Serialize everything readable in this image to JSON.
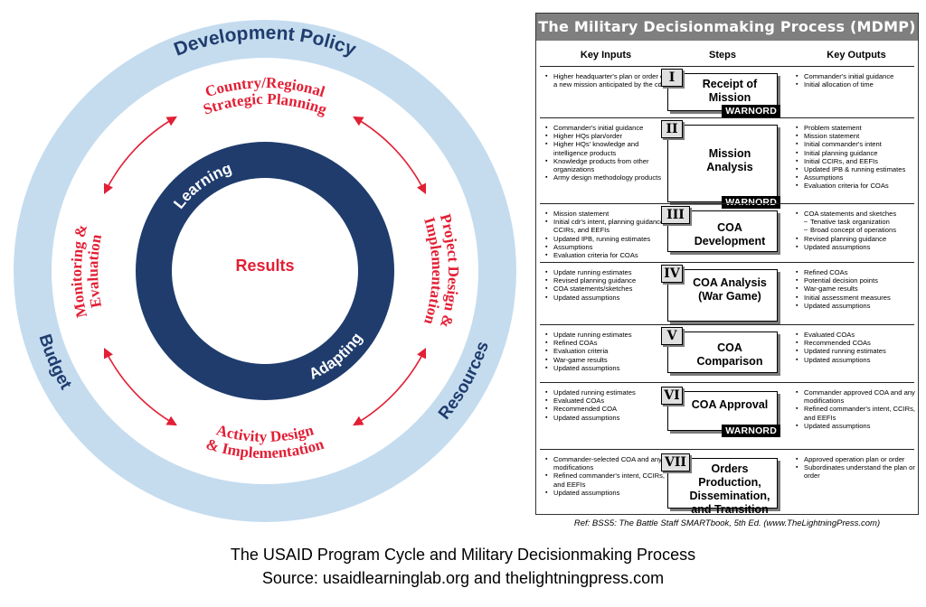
{
  "cycle": {
    "outer_ring": {
      "top": "Development Policy",
      "left": "Budget",
      "right": "Resources"
    },
    "middle_ring": {
      "top_line1": "Country/Regional",
      "top_line2": "Strategic Planning",
      "right_line1": "Project Design &",
      "right_line2": "Implementation",
      "bottom_line1": "Activity Design",
      "bottom_line2": "& Implementation",
      "left_line1": "Monitoring &",
      "left_line2": "Evaluation"
    },
    "inner_ring": {
      "learning": "Learning",
      "adapting": "Adapting"
    },
    "center": "Results",
    "colors": {
      "outer_ring": "#c5dcef",
      "navy": "#1f3c6d",
      "red": "#e21f35"
    }
  },
  "mdmp": {
    "title": "The Military Decisionmaking Process (MDMP)",
    "headers": {
      "inputs": "Key Inputs",
      "steps": "Steps",
      "outputs": "Key Outputs"
    },
    "steps": [
      {
        "numeral": "I",
        "name": "Receipt of Mission",
        "warnord": "WARNORD",
        "inputs": [
          "Higher headquarter's plan or order or a new mission anticipated by the cdr"
        ],
        "outputs": [
          "Commander's initial guidance",
          "Initial allocation of time"
        ]
      },
      {
        "numeral": "II",
        "name": "Mission Analysis",
        "warnord": "WARNORD",
        "inputs": [
          "Commander's initial guidance",
          "Higher HQs plan/order",
          "Higher HQs' knowledge and intelligence products",
          "Knowledge products from other organizations",
          "Army design methodology products"
        ],
        "outputs": [
          "Problem statement",
          "Mission statement",
          "Initial commander's intent",
          "Initial planning guidance",
          "Initial CCIRs, and EEFIs",
          "Updated IPB & running estimates",
          "Assumptions",
          "Evaluation criteria for COAs"
        ]
      },
      {
        "numeral": "III",
        "name": "COA Development",
        "warnord": "",
        "inputs": [
          "Mission statement",
          "Initial cdr's intent, planning guidance, CCIRs, and EEFIs",
          "Updated IPB, running estimates",
          "Assumptions",
          "Evaluation criteria for COAs"
        ],
        "outputs": [
          "COA statements and sketches",
          "-Tenative task organization",
          "-Broad concept of operations",
          "Revised planning guidance",
          "Updated assumptions"
        ]
      },
      {
        "numeral": "IV",
        "name": "COA Analysis (War Game)",
        "warnord": "",
        "inputs": [
          "Update running estimates",
          "Revised planning guidance",
          "COA statements/sketches",
          "Updated assumptions"
        ],
        "outputs": [
          "Refined COAs",
          "Potential decision points",
          "War-game results",
          "Initial assessment measures",
          "Updated assumptions"
        ]
      },
      {
        "numeral": "V",
        "name": "COA Comparison",
        "warnord": "",
        "inputs": [
          "Update running estimates",
          "Refined COAs",
          "Evaluation criteria",
          "War-game results",
          "Updated assumptions"
        ],
        "outputs": [
          "Evaluated COAs",
          "Recommended COAs",
          "Updated running estimates",
          "Updated assumptions"
        ]
      },
      {
        "numeral": "VI",
        "name": "COA Approval",
        "warnord": "WARNORD",
        "inputs": [
          "Updated running estimates",
          "Evaluated COAs",
          "Recommended COA",
          "Updated assumptions"
        ],
        "outputs": [
          "Commander approved COA and any modifications",
          "Refined commander's intent, CCIRs, and EEFIs",
          "Updated assumptions"
        ]
      },
      {
        "numeral": "VII",
        "name": "Orders Production, Dissemination, and Transition",
        "warnord": "",
        "inputs": [
          "Commander-selected COA and any modifications",
          "Refined commander's intent, CCIRs, and EEFIs",
          "Updated assumptions"
        ],
        "outputs": [
          "Approved operation plan or order",
          "Subordinates understand the plan or order"
        ]
      }
    ]
  },
  "reference": "Ref: BSS5: The Battle Staff SMARTbook, 5th Ed. (www.TheLightningPress.com)",
  "caption": {
    "line1": "The USAID Program Cycle and Military Decisionmaking Process",
    "line2": "Source: usaidlearninglab.org and thelightningpress.com"
  }
}
